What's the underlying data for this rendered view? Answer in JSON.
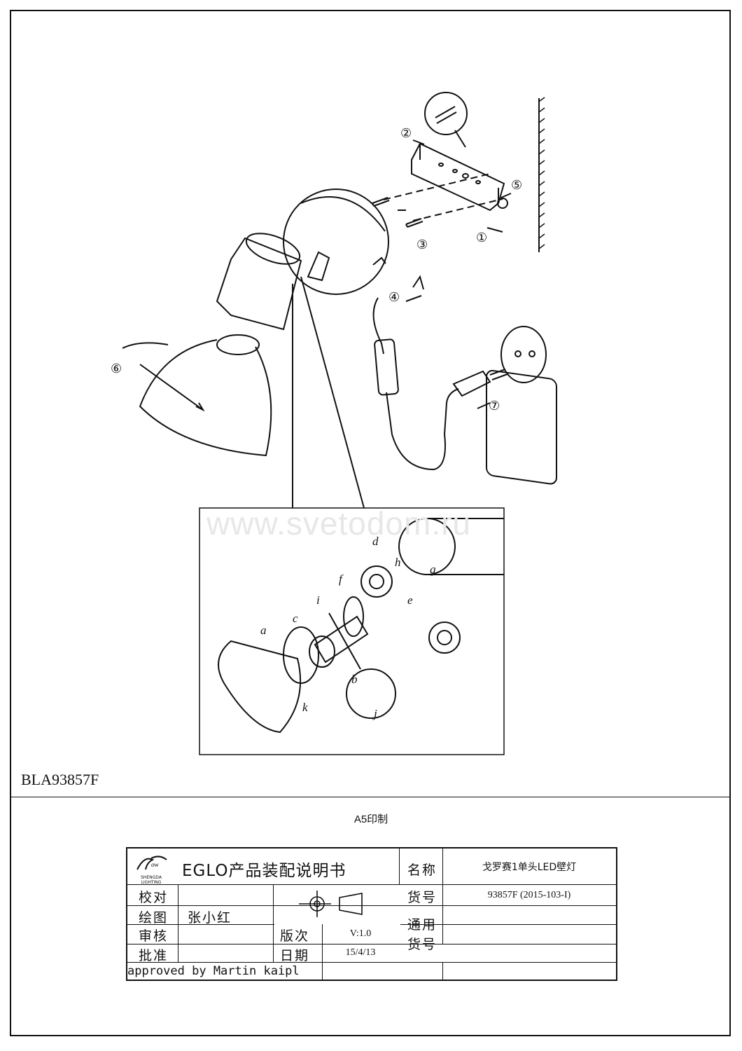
{
  "watermark": "www.svetodom.ru",
  "model_code": "BLA93857F",
  "print_format": "A5印制",
  "step_labels": [
    "①",
    "②",
    "③",
    "④",
    "⑤",
    "⑥",
    "⑦"
  ],
  "detail_labels": [
    "a",
    "b",
    "c",
    "d",
    "e",
    "f",
    "g",
    "h",
    "i",
    "j",
    "k"
  ],
  "title_block": {
    "logo_lines": [
      "SHENGDA",
      "LIGHTING"
    ],
    "doc_title": "EGLO产品装配说明书",
    "name_label": "名称",
    "name_value": "戈罗赛1单头LED壁灯",
    "code_label": "货号",
    "code_value": "93857F (2015-103-I)",
    "check_label": "校对",
    "draw_label": "绘图",
    "draw_value": "张小红",
    "review_label": "审核",
    "approve_label": "批准",
    "version_label": "版次",
    "version_value": "V:1.0",
    "date_label": "日期",
    "date_value": "15/4/13",
    "common_label_1": "通用",
    "common_label_2": "货号",
    "approved_by": "approved by Martin kaipl"
  },
  "colors": {
    "line": "#111111",
    "watermark": "#e7e7e7",
    "wall_hatch": "#333333"
  }
}
